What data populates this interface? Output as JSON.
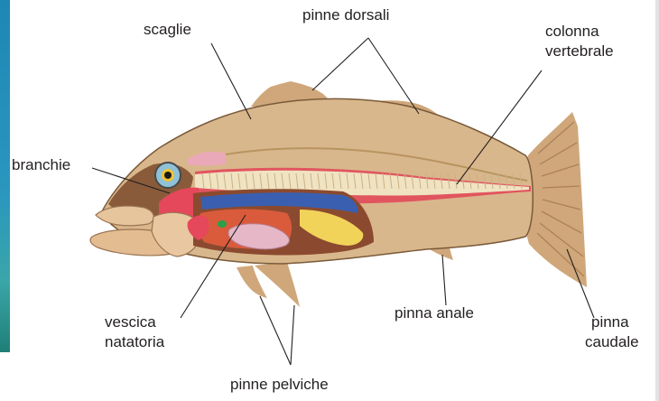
{
  "labels": {
    "scales": "scaglie",
    "dorsal_fins": "pinne dorsali",
    "spine_line1": "colonna",
    "spine_line2": "vertebrale",
    "gills": "branchie",
    "swim_bladder_line1": "vescica",
    "swim_bladder_line2": "natatoria",
    "anal_fin": "pinna anale",
    "caudal_fin_line1": "pinna",
    "caudal_fin_line2": "caudale",
    "pelvic_fins": "pinne pelviche"
  },
  "colors": {
    "body": "#d9b78c",
    "fin": "#cfa77a",
    "fin_dark": "#9d7146",
    "muscle": "#e14a5a",
    "spine": "#f0e3c2",
    "intestine": "#3a5fb0",
    "stomach": "#f2d35a",
    "liver": "#d95b3c",
    "heart": "#e5475b",
    "bladder": "#e6b7c6",
    "gallbladder": "#28a04a",
    "eye": "#8fc2d8",
    "leader": "#231f20"
  }
}
